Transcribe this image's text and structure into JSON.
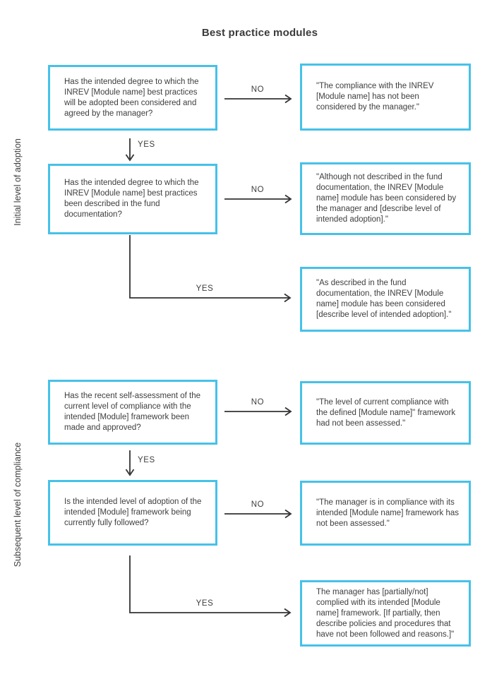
{
  "title": "Best practice modules",
  "sections": [
    {
      "label": "Initial level of adoption"
    },
    {
      "label": "Subsequent level of compliance"
    }
  ],
  "labels": {
    "yes": "YES",
    "no": "NO"
  },
  "boxes": [
    {
      "id": "q1",
      "text": "Has the intended degree to which the INREV [Module name] best practices will be adopted been considered and agreed by the manager?"
    },
    {
      "id": "a1",
      "text": "\"The compliance with the INREV [Module name] has not been considered by the manager.\""
    },
    {
      "id": "q2",
      "text": "Has the intended degree to which the INREV [Module name] best practices been described in the fund documentation?"
    },
    {
      "id": "a2",
      "text": "\"Although not described in the fund documentation, the INREV [Module name] module has been considered by the manager and [describe level of intended adoption].\""
    },
    {
      "id": "a3",
      "text": "\"As described in the fund documentation, the INREV [Module name] module has been considered [describe level of intended adoption].\""
    },
    {
      "id": "q3",
      "text": "Has the recent self-assessment of the current level of compliance with the intended [Module] framework been made and approved?"
    },
    {
      "id": "a4",
      "text": "\"The level of current compliance with the defined [Module name]\" framework had not been assessed.\""
    },
    {
      "id": "q4",
      "text": "Is the intended level of adoption of the intended [Module] framework being currently fully followed?"
    },
    {
      "id": "a5",
      "text": "\"The manager is in compliance with its intended [Module name] framework has not been assessed.\""
    },
    {
      "id": "a6",
      "text": "The manager has [partially/not] complied with its intended [Module name] framework. [If partially, then describe policies and procedures that have not been followed and reasons.]\""
    }
  ],
  "colors": {
    "box_border": "#46C1E8",
    "text": "#3E3E3E",
    "arrow": "#333333"
  }
}
